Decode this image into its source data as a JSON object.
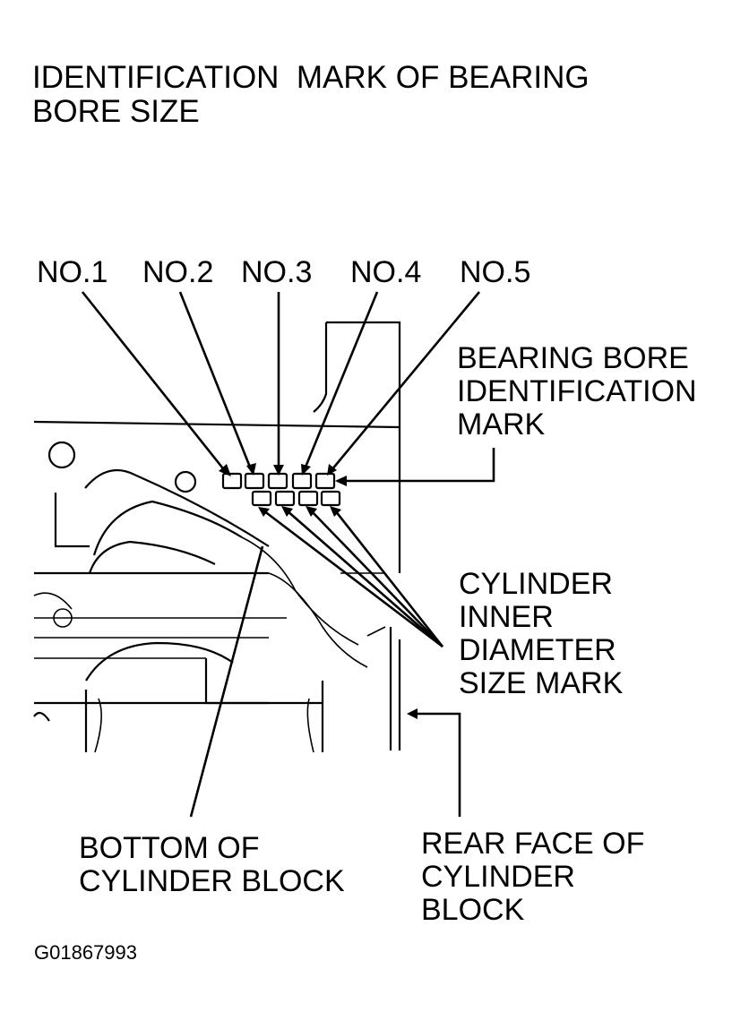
{
  "title": {
    "line1": "IDENTIFICATION  MARK OF BEARING",
    "line2": "BORE SIZE"
  },
  "bearing_numbers": [
    "NO.1",
    "NO.2",
    "NO.3",
    "NO.4",
    "NO.5"
  ],
  "callouts": {
    "bearing_bore_mark": [
      "BEARING BORE",
      "IDENTIFICATION",
      "MARK"
    ],
    "cylinder_inner_diameter": [
      "CYLINDER",
      "INNER",
      "DIAMETER",
      "SIZE MARK"
    ],
    "bottom_of_block": [
      "BOTTOM OF",
      "CYLINDER BLOCK"
    ],
    "rear_face": [
      "REAR FACE OF",
      "CYLINDER",
      "BLOCK"
    ]
  },
  "figure_code": "G01867993"
}
